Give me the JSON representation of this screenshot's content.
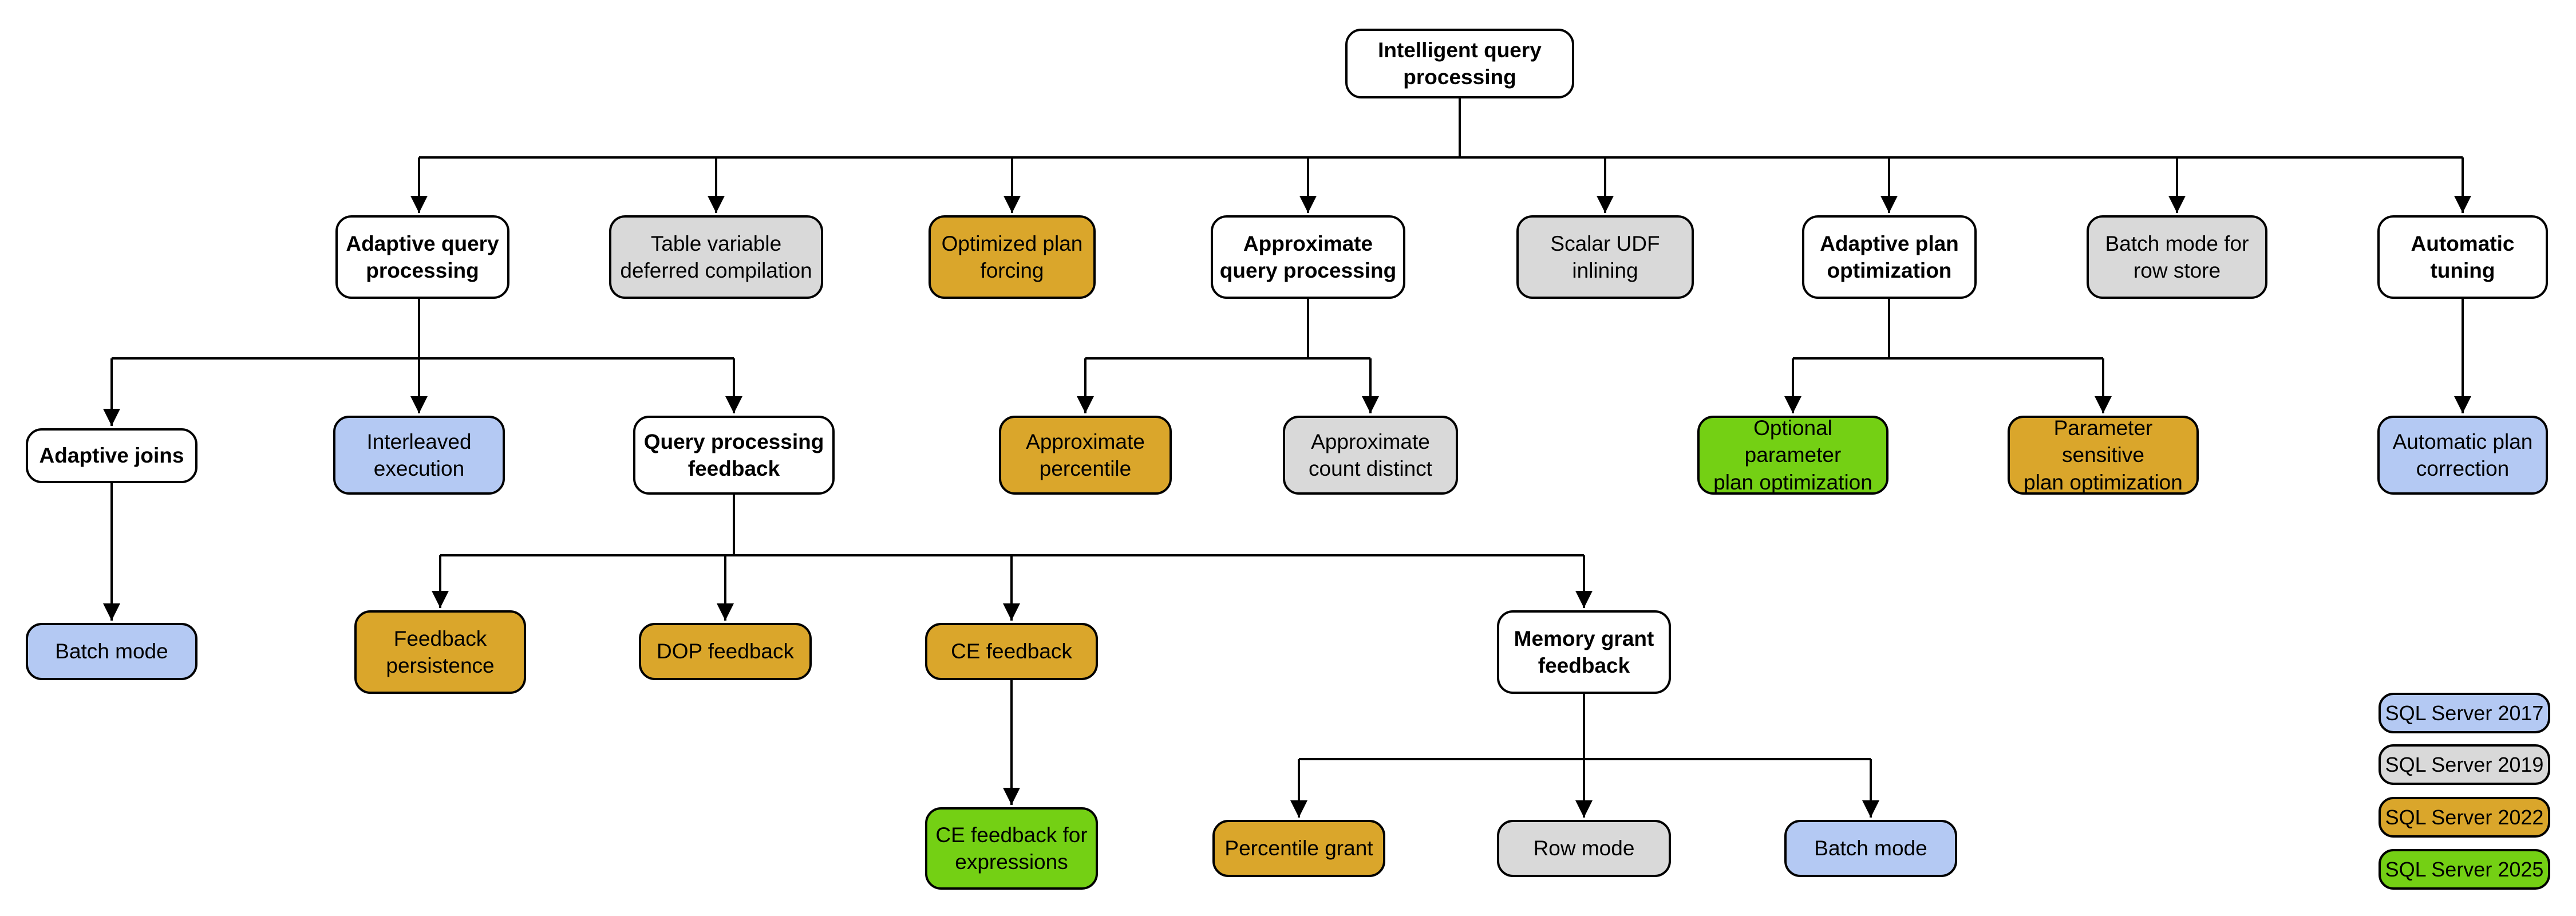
{
  "diagram": {
    "root_label": "Intelligent query\nprocessing",
    "colors": {
      "white": "#ffffff",
      "gray": "#d9d9d9",
      "gold": "#daa62b",
      "blue": "#b4c9f3",
      "green": "#74d014",
      "border": "#000000",
      "connector": "#000000"
    }
  },
  "nodes": {
    "root": {
      "label": "Intelligent query\nprocessing",
      "color": "#ffffff"
    },
    "adaptive_query_processing": {
      "label": "Adaptive query\nprocessing",
      "color": "#ffffff"
    },
    "table_variable_deferred_compilation": {
      "label": "Table variable\ndeferred compilation",
      "color": "#d9d9d9"
    },
    "optimized_plan_forcing": {
      "label": "Optimized plan\nforcing",
      "color": "#daa62b"
    },
    "approximate_query_processing": {
      "label": "Approximate\nquery processing",
      "color": "#ffffff"
    },
    "scalar_udf_inlining": {
      "label": "Scalar UDF\ninlining",
      "color": "#d9d9d9"
    },
    "adaptive_plan_optimization": {
      "label": "Adaptive plan\noptimization",
      "color": "#ffffff"
    },
    "batch_mode_for_row_store": {
      "label": "Batch mode for\nrow store",
      "color": "#d9d9d9"
    },
    "automatic_tuning": {
      "label": "Automatic\ntuning",
      "color": "#ffffff"
    },
    "adaptive_joins": {
      "label": "Adaptive joins",
      "color": "#ffffff"
    },
    "interleaved_execution": {
      "label": "Interleaved\nexecution",
      "color": "#b4c9f3"
    },
    "query_processing_feedback": {
      "label": "Query processing\nfeedback",
      "color": "#ffffff"
    },
    "approximate_percentile": {
      "label": "Approximate\npercentile",
      "color": "#daa62b"
    },
    "approximate_count_distinct": {
      "label": "Approximate\ncount distinct",
      "color": "#d9d9d9"
    },
    "optional_parameter_plan_optimization": {
      "label": "Optional parameter\nplan optimization",
      "color": "#74d014"
    },
    "parameter_sensitive_plan_optimization": {
      "label": "Parameter sensitive\nplan optimization",
      "color": "#daa62b"
    },
    "automatic_plan_correction": {
      "label": "Automatic plan\ncorrection",
      "color": "#b4c9f3"
    },
    "batch_mode_adaptive_joins": {
      "label": "Batch mode",
      "color": "#b4c9f3"
    },
    "feedback_persistence": {
      "label": "Feedback\npersistence",
      "color": "#daa62b"
    },
    "dop_feedback": {
      "label": "DOP feedback",
      "color": "#daa62b"
    },
    "ce_feedback": {
      "label": "CE feedback",
      "color": "#daa62b"
    },
    "memory_grant_feedback": {
      "label": "Memory grant\nfeedback",
      "color": "#ffffff"
    },
    "ce_feedback_for_expressions": {
      "label": "CE feedback for\nexpressions",
      "color": "#74d014"
    },
    "percentile_grant": {
      "label": "Percentile grant",
      "color": "#daa62b"
    },
    "row_mode": {
      "label": "Row mode",
      "color": "#d9d9d9"
    },
    "batch_mode_memory_grant": {
      "label": "Batch mode",
      "color": "#b4c9f3"
    }
  },
  "legend": {
    "items": [
      {
        "label": "SQL Server 2017",
        "color": "#b4c9f3"
      },
      {
        "label": "SQL Server 2019",
        "color": "#d9d9d9"
      },
      {
        "label": "SQL Server 2022",
        "color": "#daa62b"
      },
      {
        "label": "SQL Server 2025",
        "color": "#74d014"
      }
    ]
  }
}
